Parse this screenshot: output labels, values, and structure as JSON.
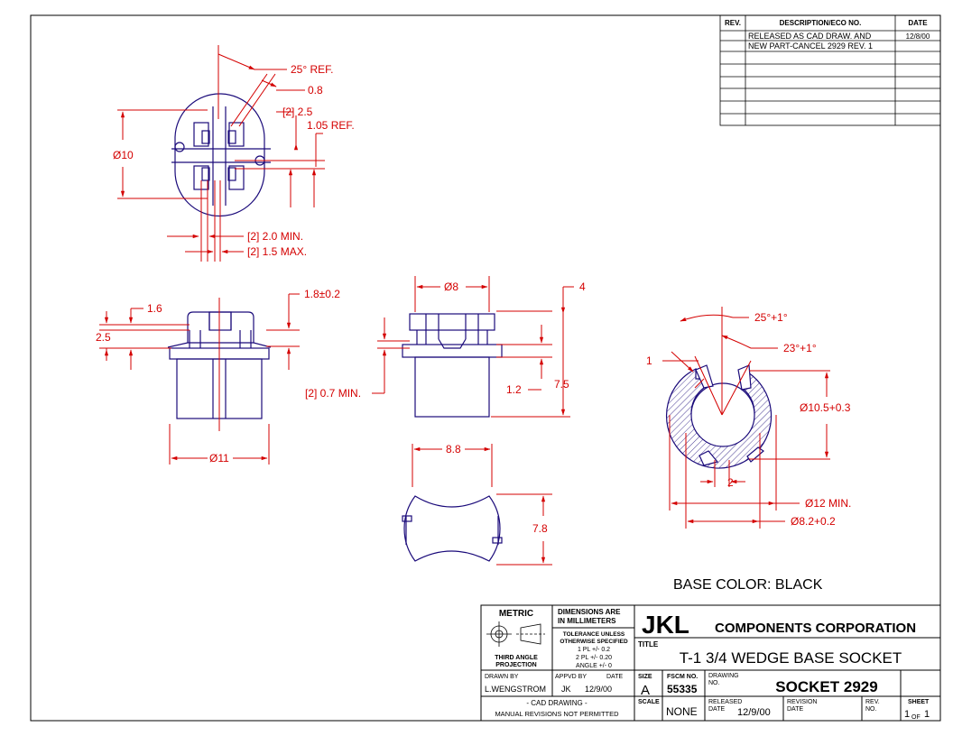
{
  "colors": {
    "dimension": "#d40000",
    "part": "#1a0a7a",
    "border": "#000000"
  },
  "revision_block": {
    "headers": {
      "rev": "REV.",
      "description": "DESCRIPTION/ECO NO.",
      "date": "DATE"
    },
    "rows": [
      {
        "description": "RELEASED AS CAD DRAW. AND",
        "date": "12/8/00"
      },
      {
        "description": "NEW PART-CANCEL 2929 REV. 1",
        "date": ""
      }
    ]
  },
  "dimensions": {
    "top_view": {
      "angle_ref": "25° REF.",
      "d08": "0.8",
      "d25": "[2] 2.5",
      "d105": "1.05 REF.",
      "dia10": "Ø10",
      "min20": "[2]  2.0 MIN.",
      "max15": "[2]  1.5 MAX."
    },
    "front_view": {
      "d16": "1.6",
      "d18": "1.8±0.2",
      "d25": "2.5",
      "dia11": "Ø11"
    },
    "side_view": {
      "dia8": "Ø8",
      "d4": "4",
      "min07": "[2] 0.7 MIN.",
      "d12": "1.2",
      "d75": "7.5"
    },
    "bottom_view": {
      "d88": "8.8",
      "d78": "7.8"
    },
    "section_view": {
      "a25": "25°+1°",
      "a23": "23°+1°",
      "d1": "1",
      "dia105": "Ø10.5+0.3",
      "d2": "2",
      "dia12min": "Ø12 MIN.",
      "dia82": "Ø8.2+0.2"
    }
  },
  "base_color_note": "BASE COLOR:  BLACK",
  "title_block": {
    "metric": "METRIC",
    "third_angle_1": "THIRD ANGLE",
    "third_angle_2": "PROJECTION",
    "dims_are_1": "DIMENSIONS ARE",
    "dims_are_2": "IN MILLIMETERS",
    "tol_1": "TOLERANCE UNLESS",
    "tol_2": "OTHERWISE SPECIFIED",
    "tol_3": "1 PL +/-  0.2",
    "tol_4": "2 PL +/-  0.20",
    "tol_5": "ANGLE +/-  0",
    "logo": "JKL",
    "company": "COMPONENTS  CORPORATION",
    "title_label": "TITLE",
    "title": "T-1 3/4 WEDGE BASE SOCKET",
    "drawn_by_label": "DRAWN BY",
    "drawn_by": "L.WENGSTROM",
    "appvd_label": "APPVD BY",
    "date_label": "DATE",
    "appvd_by": "JK",
    "appvd_date": "12/9/00",
    "size_label": "SIZE",
    "size": "A",
    "fscm_label": "FSCM NO.",
    "fscm": "55335",
    "drawing_label_1": "DRAWING",
    "drawing_label_2": "NO.",
    "drawing_no": "SOCKET 2929",
    "cad_1": "- CAD DRAWING -",
    "cad_2": "MANUAL REVISIONS NOT PERMITTED",
    "scale_label": "SCALE",
    "scale": "NONE",
    "released_label_1": "RELEASED",
    "released_label_2": "DATE",
    "released_date": "12/9/00",
    "revision_label_1": "REVISION",
    "revision_label_2": "DATE",
    "rev_label_1": "REV.",
    "rev_label_2": "NO.",
    "sheet_label": "SHEET",
    "sheet_num": "1",
    "sheet_of": "OF",
    "sheet_total": "1"
  }
}
